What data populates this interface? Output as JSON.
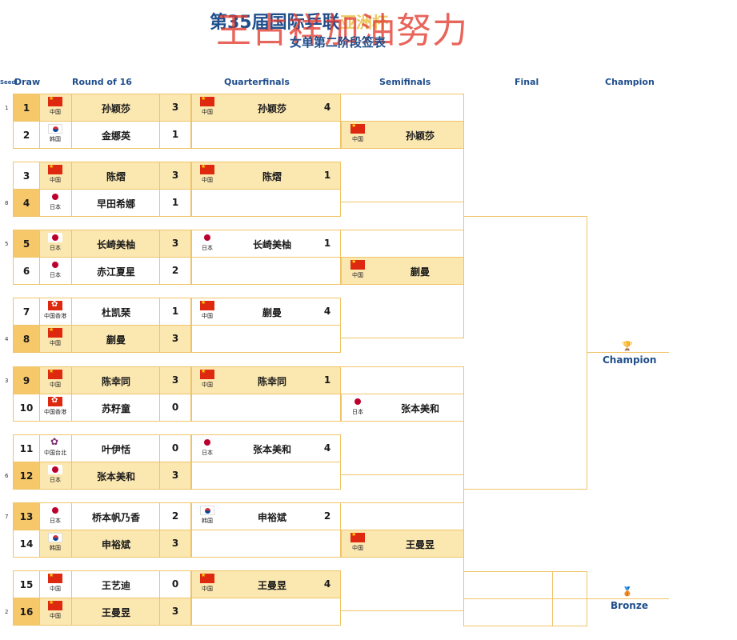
{
  "header": {
    "title": "第35届国际乒联",
    "title_overlay": "亚洲杯",
    "watermark": "王占祥加油努力",
    "subtitle": "女单第二阶段签表"
  },
  "columns": {
    "seed": "Seed",
    "draw": "Draw",
    "round16": "Round of 16",
    "quarterfinals": "Quarterfinals",
    "semifinals": "Semifinals",
    "final": "Final",
    "champion": "Champion"
  },
  "round16": [
    {
      "draw": "1",
      "seed": "1",
      "country": "中国",
      "name": "孙颖莎",
      "score": "3",
      "winner": true
    },
    {
      "draw": "2",
      "seed": "",
      "country": "韩国",
      "name": "金娜英",
      "score": "1",
      "winner": false
    },
    {
      "draw": "3",
      "seed": "",
      "country": "中国",
      "name": "陈熠",
      "score": "3",
      "winner": true
    },
    {
      "draw": "4",
      "seed": "8",
      "country": "日本",
      "name": "早田希娜",
      "score": "1",
      "winner": false
    },
    {
      "draw": "5",
      "seed": "5",
      "country": "日本",
      "name": "长崎美柚",
      "score": "3",
      "winner": true
    },
    {
      "draw": "6",
      "seed": "",
      "country": "日本",
      "name": "赤江夏星",
      "score": "2",
      "winner": false
    },
    {
      "draw": "7",
      "seed": "",
      "country": "中国香港",
      "name": "杜凯琹",
      "score": "1",
      "winner": false
    },
    {
      "draw": "8",
      "seed": "4",
      "country": "中国",
      "name": "蒯曼",
      "score": "3",
      "winner": true
    },
    {
      "draw": "9",
      "seed": "3",
      "country": "中国",
      "name": "陈幸同",
      "score": "3",
      "winner": true
    },
    {
      "draw": "10",
      "seed": "",
      "country": "中国香港",
      "name": "苏籽童",
      "score": "0",
      "winner": false
    },
    {
      "draw": "11",
      "seed": "",
      "country": "中国台北",
      "name": "叶伊恬",
      "score": "0",
      "winner": false
    },
    {
      "draw": "12",
      "seed": "6",
      "country": "日本",
      "name": "张本美和",
      "score": "3",
      "winner": true
    },
    {
      "draw": "13",
      "seed": "7",
      "country": "日本",
      "name": "桥本帆乃香",
      "score": "2",
      "winner": false
    },
    {
      "draw": "14",
      "seed": "",
      "country": "韩国",
      "name": "申裕斌",
      "score": "3",
      "winner": true
    },
    {
      "draw": "15",
      "seed": "",
      "country": "中国",
      "name": "王艺迪",
      "score": "0",
      "winner": false
    },
    {
      "draw": "16",
      "seed": "2",
      "country": "中国",
      "name": "王曼昱",
      "score": "3",
      "winner": true
    }
  ],
  "quarterfinals": [
    {
      "country": "中国",
      "name": "孙颖莎",
      "score": "4"
    },
    {
      "country": "中国",
      "name": "陈熠",
      "score": "1"
    },
    {
      "country": "日本",
      "name": "长崎美柚",
      "score": "1"
    },
    {
      "country": "中国",
      "name": "蒯曼",
      "score": "4"
    },
    {
      "country": "中国",
      "name": "陈幸同",
      "score": "1"
    },
    {
      "country": "日本",
      "name": "张本美和",
      "score": "4"
    },
    {
      "country": "韩国",
      "name": "申裕斌",
      "score": "2"
    },
    {
      "country": "中国",
      "name": "王曼昱",
      "score": "4"
    }
  ],
  "semifinals": [
    {
      "country": "中国",
      "name": "孙颖莎"
    },
    {
      "country": "中国",
      "name": "蒯曼"
    },
    {
      "country": "日本",
      "name": "张本美和"
    },
    {
      "country": "中国",
      "name": "王曼昱"
    }
  ],
  "awards": {
    "champion": "Champion",
    "bronze": "Bronze"
  }
}
